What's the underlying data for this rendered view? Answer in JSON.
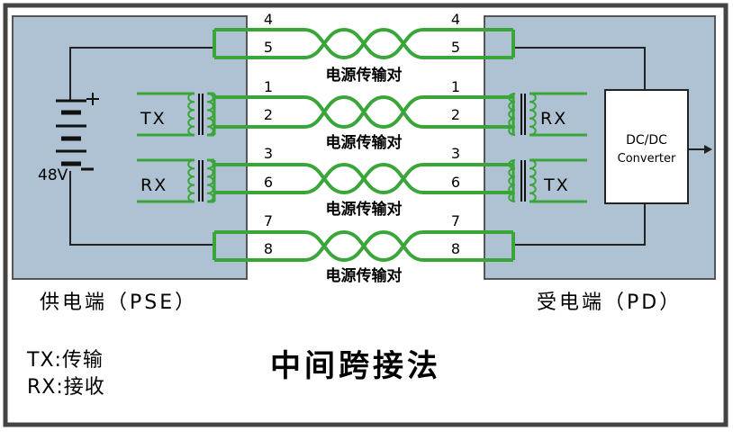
{
  "diagram": {
    "voltage_label": "48V",
    "pse_label": "供电端（PSE）",
    "pd_label": "受电端（PD）",
    "pair_caption": "电源传输对",
    "converter_line1": "DC/DC",
    "converter_line2": "Converter",
    "left_tx": "TX",
    "left_rx": "RX",
    "right_rx": "RX",
    "right_tx": "TX",
    "pins": {
      "p4": "4",
      "p5": "5",
      "p1": "1",
      "p2": "2",
      "p3": "3",
      "p6": "6",
      "p7": "7",
      "p8": "8"
    },
    "legend_tx": "TX:传输",
    "legend_rx": "RX:接收",
    "title": "中间跨接法",
    "colors": {
      "panel": "#afc2d3",
      "wire": "#3aa63a",
      "frame": "#444444",
      "line": "#222222"
    }
  }
}
